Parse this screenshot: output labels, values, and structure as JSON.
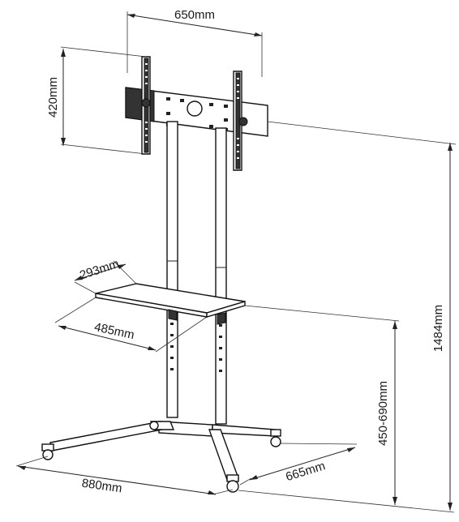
{
  "dimensions": {
    "width_label": "650mm",
    "height_mount_label": "420mm",
    "shelf_depth_label": "293mm",
    "shelf_width_label": "485mm",
    "total_height_label": "1484mm",
    "shelf_height_label": "450-690mm",
    "base_width_label": "880mm",
    "base_depth_label": "665mm"
  }
}
